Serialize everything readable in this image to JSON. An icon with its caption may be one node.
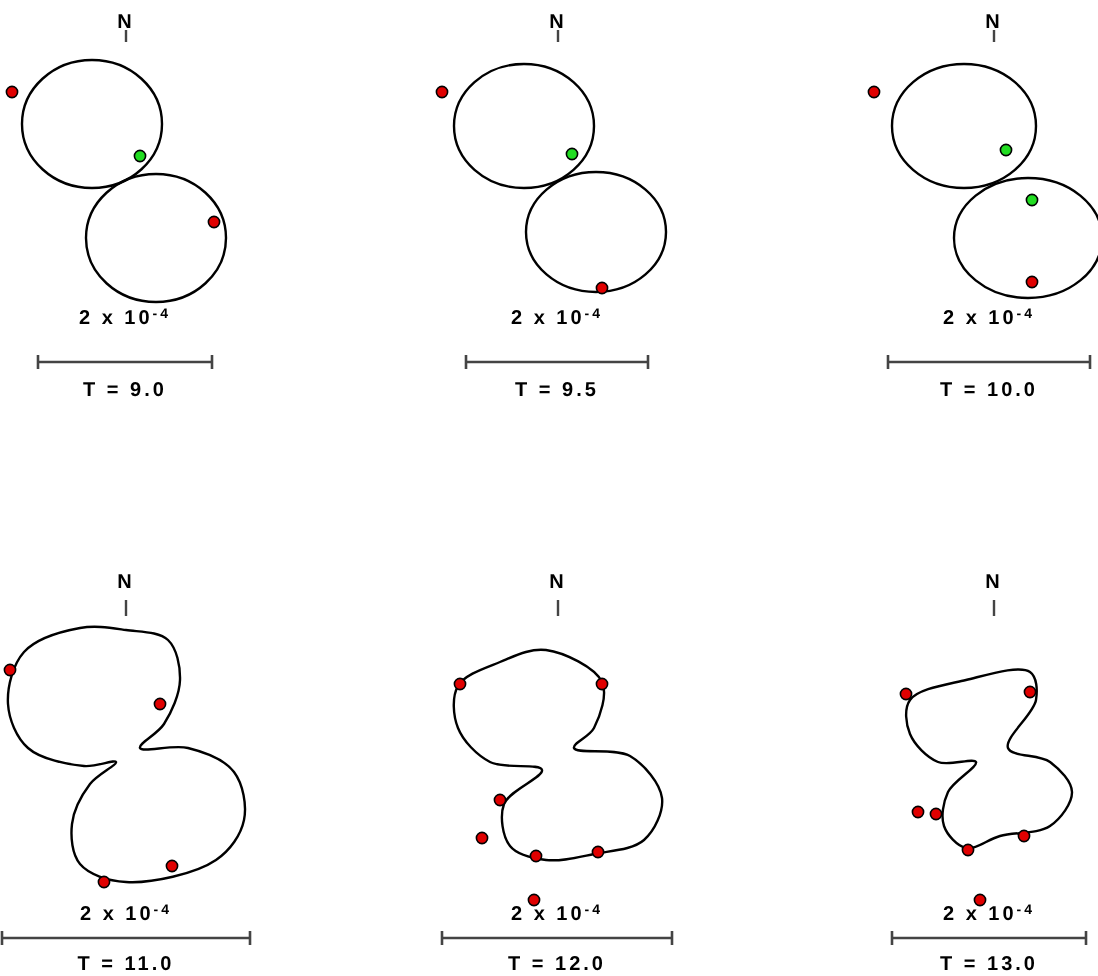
{
  "diagram": {
    "labels": [
      "N",
      "N",
      "N",
      "2 x 10$^{-4}$",
      "2 x 10$^{-4}$",
      "2 x 10$^{-4}$",
      "T = 9.0",
      "T = 9.5",
      "T = 10.0",
      "N",
      "N",
      "N",
      "2 x 10$^{-4}$",
      "2 x 10$^{-4}$",
      "2 x 10$^{-4}$",
      "T = 11.0",
      "T = 12.0",
      "T = 13.0"
    ]
  }
}
